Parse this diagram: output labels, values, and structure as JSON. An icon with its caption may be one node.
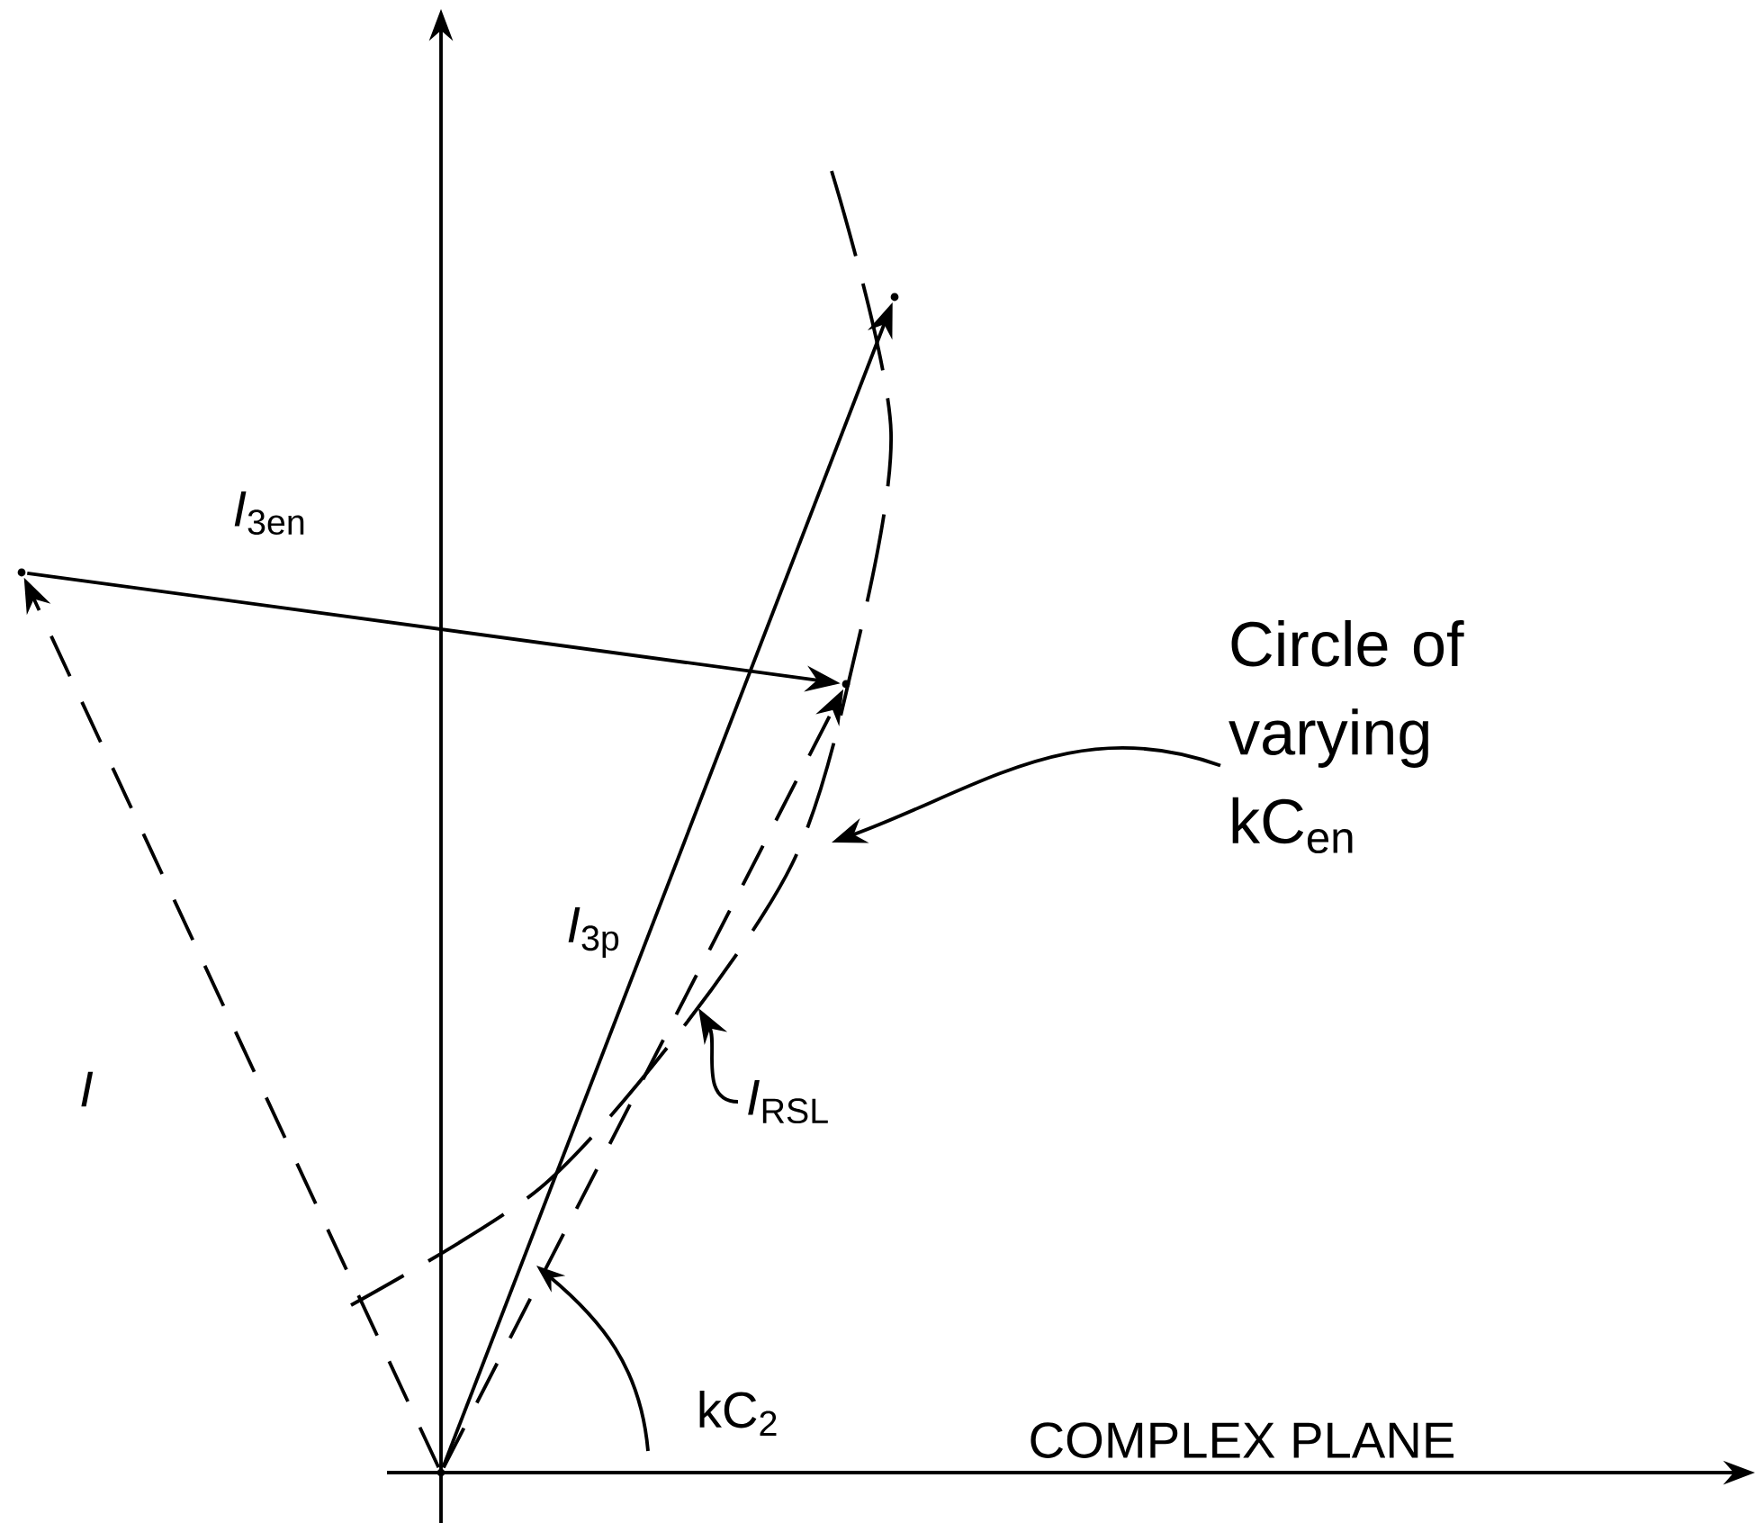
{
  "diagram": {
    "nodes": [
      {
        "text": [],
        "shape": "point"
      },
      {
        "text": [],
        "shape": "point"
      },
      {
        "text": [],
        "shape": "point"
      },
      {
        "text": [],
        "shape": "point"
      },
      {
        "text": [
          "*I*$_{RSL}$"
        ]
      },
      {
        "text": [
          "Circle of varying kC$_{en}$"
        ]
      }
    ],
    "edges": [
      {
        "from": 0,
        "to": 1,
        "arrow": "to",
        "style": "dashed",
        "label": "*I*"
      },
      {
        "from": 1,
        "to": 2,
        "arrow": "to",
        "label": "*I*$_{3en}$"
      },
      {
        "from": 0,
        "to": 2,
        "arrow": "to",
        "style": "dashed"
      },
      {
        "from": 0,
        "to": 3,
        "arrow": "to",
        "label": "*I*$_{3p}$"
      },
      {
        "from": 4,
        "to": null,
        "arrow": "to"
      },
      {
        "from": 5,
        "to": null,
        "arrow": "to"
      }
    ],
    "labels": [
      "kC$_{2}$",
      "COMPLEX PLANE"
    ]
  }
}
